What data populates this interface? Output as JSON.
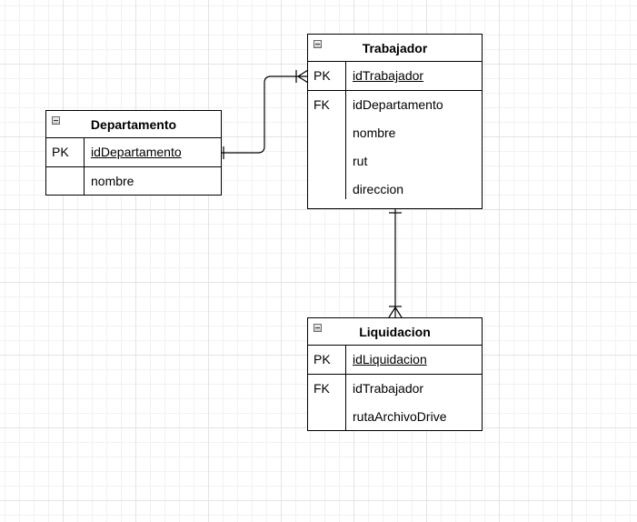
{
  "entities": {
    "departamento": {
      "title": "Departamento",
      "rows": [
        {
          "key": "PK",
          "field": "idDepartamento"
        },
        {
          "key": "",
          "field": "nombre"
        }
      ]
    },
    "trabajador": {
      "title": "Trabajador",
      "rows": [
        {
          "key": "PK",
          "field": "idTrabajador"
        },
        {
          "key": "FK",
          "field": "idDepartamento"
        },
        {
          "key": "",
          "field": "nombre"
        },
        {
          "key": "",
          "field": "rut"
        },
        {
          "key": "",
          "field": "direccion"
        }
      ]
    },
    "liquidacion": {
      "title": "Liquidacion",
      "rows": [
        {
          "key": "PK",
          "field": "idLiquidacion"
        },
        {
          "key": "FK",
          "field": "idTrabajador"
        },
        {
          "key": "",
          "field": "rutaArchivoDrive"
        }
      ]
    }
  },
  "relationships": [
    {
      "from": "Departamento",
      "to": "Trabajador",
      "from_cardinality": "one",
      "to_cardinality": "one-or-many"
    },
    {
      "from": "Trabajador",
      "to": "Liquidacion",
      "from_cardinality": "one",
      "to_cardinality": "one-or-many"
    }
  ]
}
